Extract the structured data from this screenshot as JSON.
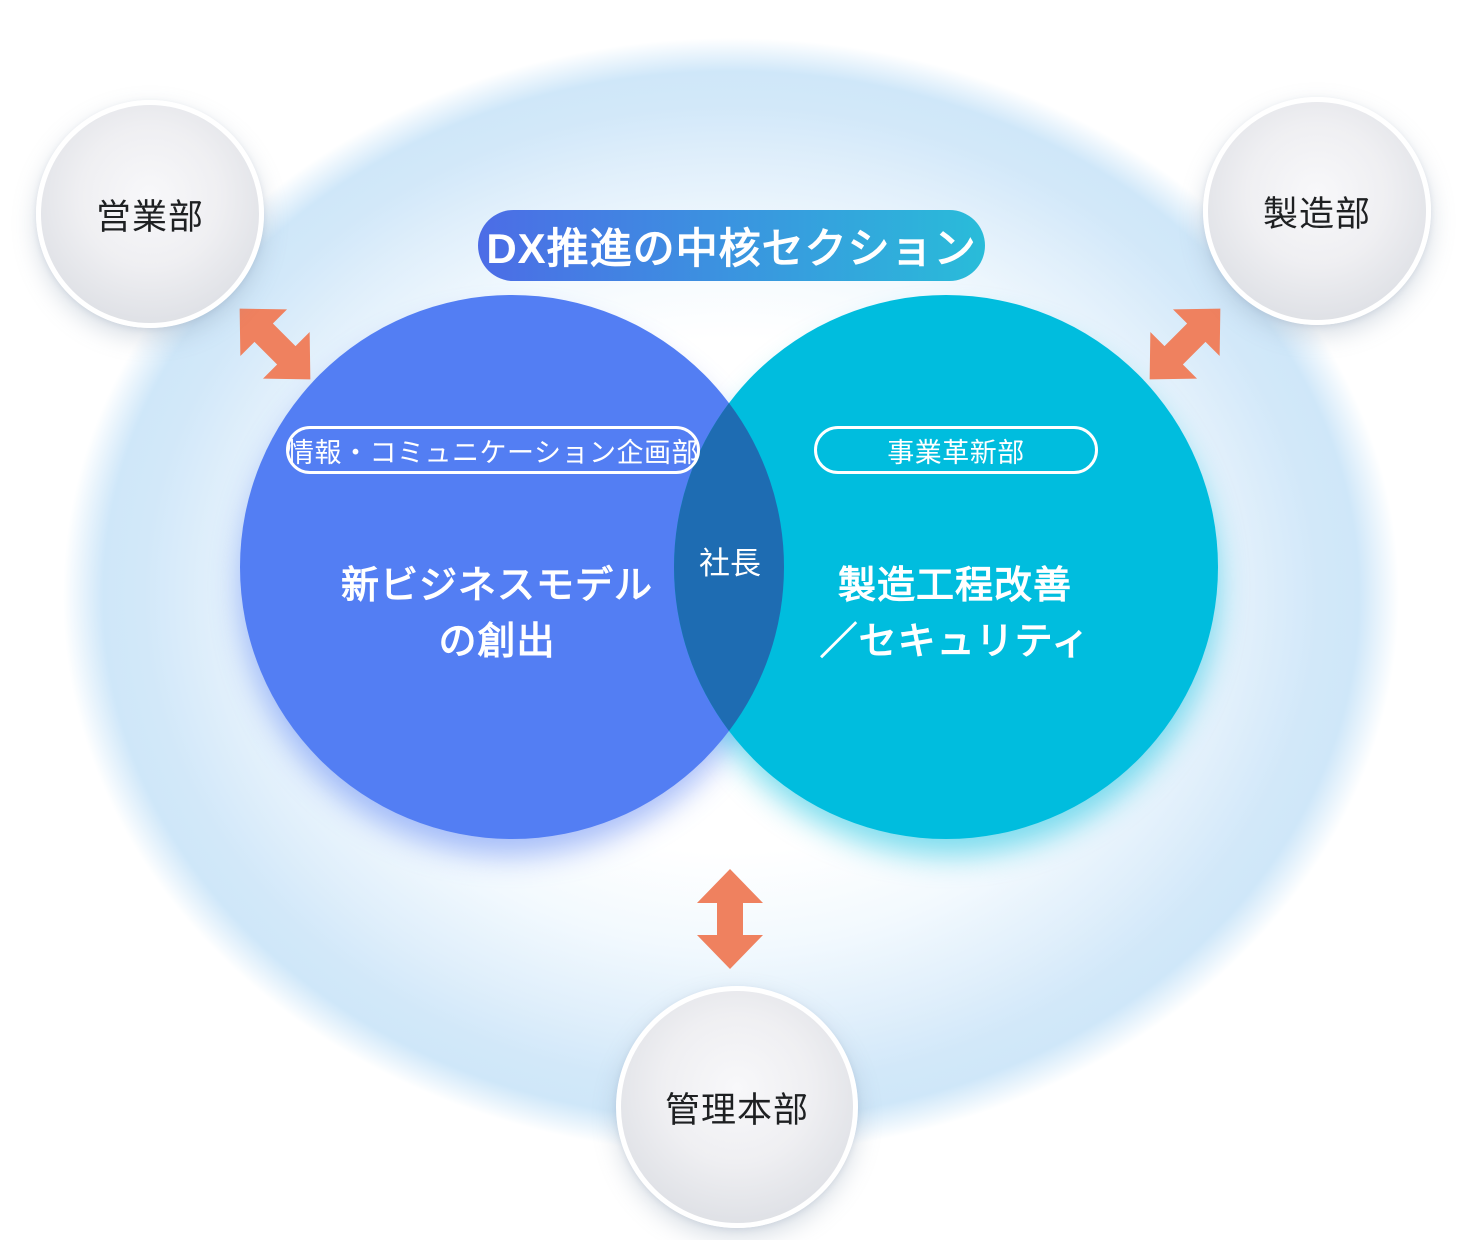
{
  "header": {
    "label": "DX推進の中核セクション"
  },
  "venn": {
    "left": {
      "department": "情報・コミュニケーション企画部",
      "mission_line1": "新ビジネスモデル",
      "mission_line2": "の創出",
      "color": "#537EF3"
    },
    "right": {
      "department": "事業革新部",
      "mission_line1": "製造工程改善",
      "mission_line2": "／セキュリティ",
      "color": "#00BDDE"
    },
    "overlap": {
      "label": "社長",
      "color": "#1E6CB2"
    }
  },
  "satellites": [
    {
      "label": "営業部"
    },
    {
      "label": "製造部"
    },
    {
      "label": "管理本部"
    }
  ],
  "colors": {
    "arrow": "#EF815F",
    "halo_edge": "#CFE7F9",
    "header_gradient_start": "#4C6CE6",
    "header_gradient_end": "#29BCD9"
  }
}
